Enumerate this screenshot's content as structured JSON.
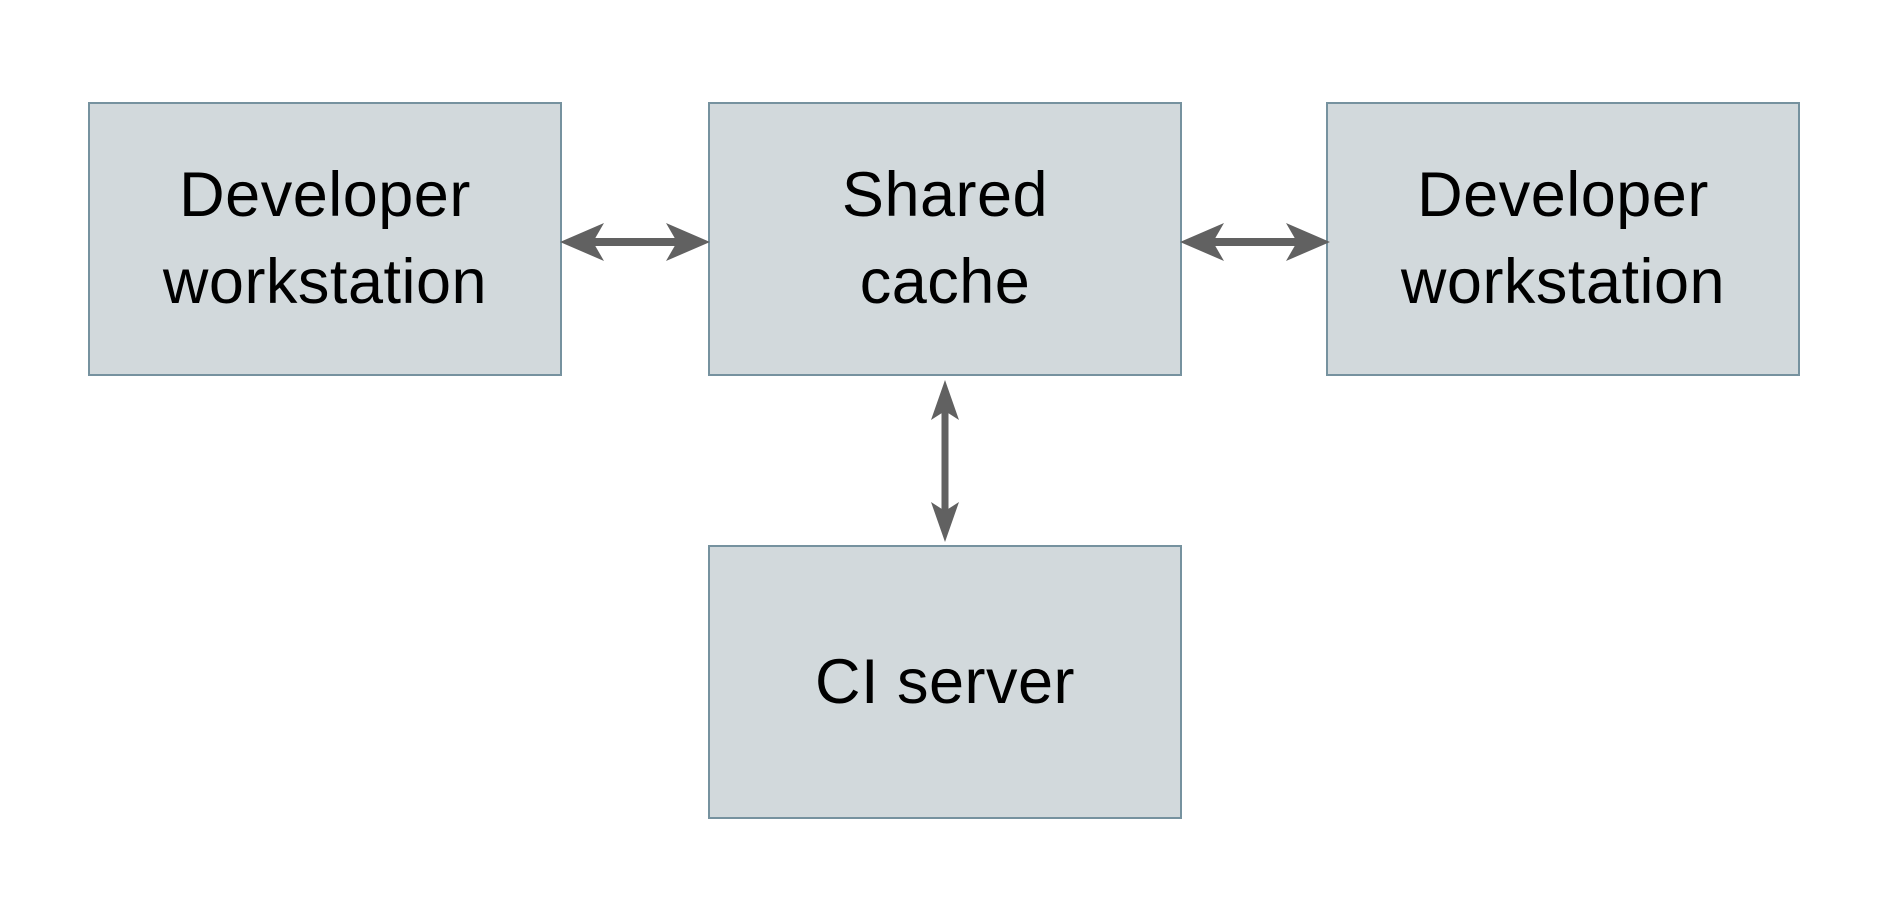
{
  "diagram": {
    "colors": {
      "background": "#ffffff",
      "node_fill": "#d2d9dc",
      "node_border": "#76929f",
      "text_color": "#000000",
      "arrow_color": "#616161"
    },
    "nodes": [
      {
        "id": "developer-workstation-left",
        "label": "Developer\nworkstation"
      },
      {
        "id": "shared-cache",
        "label": "Shared\ncache"
      },
      {
        "id": "developer-workstation-right",
        "label": "Developer\nworkstation"
      },
      {
        "id": "ci-server",
        "label": "CI server"
      }
    ],
    "edges": [
      {
        "from": "developer-workstation-left",
        "to": "shared-cache",
        "direction": "bidirectional",
        "orientation": "horizontal"
      },
      {
        "from": "shared-cache",
        "to": "developer-workstation-right",
        "direction": "bidirectional",
        "orientation": "horizontal"
      },
      {
        "from": "shared-cache",
        "to": "ci-server",
        "direction": "bidirectional",
        "orientation": "vertical"
      }
    ]
  }
}
